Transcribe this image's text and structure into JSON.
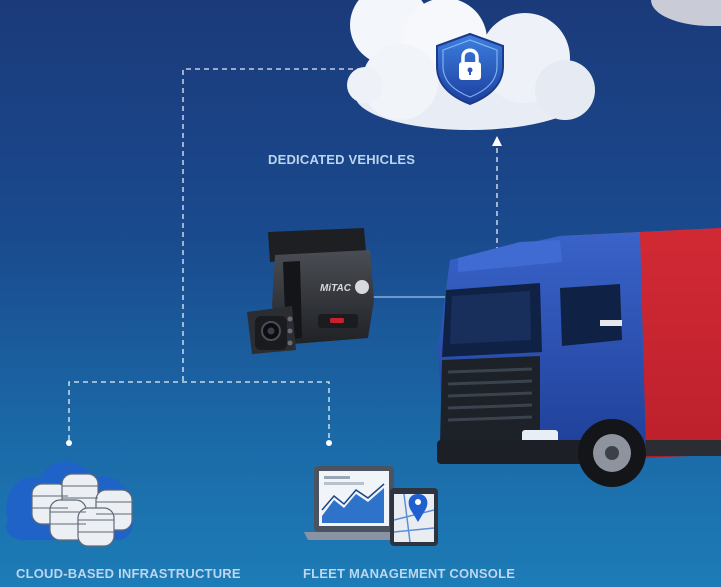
{
  "labels": {
    "dedicated_vehicles": "DEDICATED VEHICLES",
    "cloud_infrastructure": "CLOUD-BASED INFRASTRUCTURE",
    "fleet_console": "FLEET MANAGEMENT CONSOLE",
    "camera_brand": "MiTAC"
  },
  "icons": [
    "cloud-icon",
    "lock-shield-icon",
    "dashcam-device",
    "truck",
    "database-stack-icon",
    "laptop-chart-icon",
    "map-pin-icon"
  ],
  "colors": {
    "bg_top": "#1b3a7a",
    "bg_bottom": "#1d7cb6",
    "label_text": "#bcd6ef",
    "connector": "#ffffff",
    "truck_cab": "#2a4fb3",
    "truck_trailer": "#d02b36"
  }
}
